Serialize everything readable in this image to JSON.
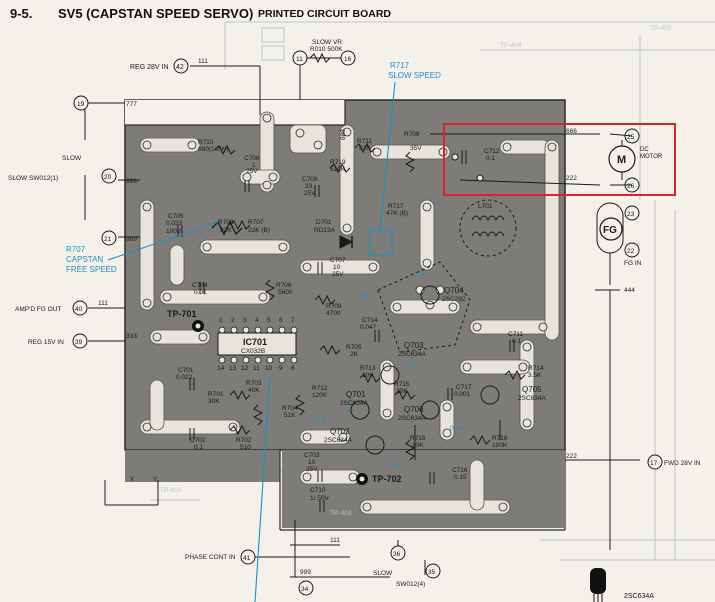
{
  "header": {
    "section": "9-5.",
    "title": "SV5 (CAPSTAN SPEED SERVO)",
    "subtitle": "PRINTED CIRCUIT BOARD"
  },
  "labels": {
    "reg28": "REG 28V IN",
    "n42": "42",
    "w111a": "111",
    "n11": "11",
    "n16": "16",
    "slowvr1": "SLOW VR",
    "slowvr2": "R010 500K",
    "r717a": "R717",
    "r717b": "SLOW SPEED",
    "n19": "19",
    "w777": "777",
    "slow": "SLOW",
    "slowsw1": "SLOW SW012(1)",
    "n20": "20",
    "w888a": "888",
    "n21": "21",
    "w999a": "999",
    "r707a": "R707",
    "r707b": "CAPSTAN",
    "r707c": "FREE SPEED",
    "ampfg": "AMP'D FG OUT",
    "n40": "40",
    "w111b": "111",
    "reg15": "REG 15V IN",
    "n39": "39",
    "w333": "333",
    "phase": "PHASE CONT IN",
    "n41": "41",
    "n34": "34",
    "w999b": "999",
    "w111c": "111",
    "n36": "36",
    "n35": "35",
    "slow2": "SLOW",
    "slowsw2": "SW012(4)",
    "w666": "666",
    "n25": "25",
    "w222a": "222",
    "n26": "26",
    "motor1": "DC",
    "motor2": "MOTOR",
    "motorM": "M",
    "c712a": "C712",
    "c712b": "0.1",
    "fg": "FG",
    "n23": "23",
    "n22": "22",
    "fgin": "FG IN",
    "w444": "444",
    "w222b": "222",
    "n17": "17",
    "fwd28": "FWD 28V IN",
    "q634": "2SC634A",
    "r710a": "R710",
    "r710b": "680(1/2W)",
    "c706a": "C706",
    "c706b": "1",
    "c706c": "25V",
    "r711a": "R711",
    "r711b": "51K",
    "r709top": "R709",
    "v35": "35V",
    "r719a": "R719",
    "r719b": "510K",
    "c708a": "C708",
    "c708b": "33",
    "c708c": "25V",
    "w888b": "888",
    "r717c": "R717",
    "r717d": "47K (B)",
    "c705a": "C705",
    "c705b": "0.033",
    "c705c": "100V",
    "r708a": "R708",
    "r708b": "82K",
    "r707d": "R707",
    "r707e": "22K (B)",
    "d701a": "D701",
    "d701b": "RD13A",
    "l701": "L701",
    "c707a": "C707",
    "c707b": "10",
    "c707c": "25V",
    "v68": "6.8",
    "c704a": "C704",
    "c704b": "0.01",
    "r706a": "R706",
    "r706b": "5600",
    "r709a": "R709",
    "r709b": "4700",
    "v15": "15",
    "q704a": "Q704",
    "q704b": "2SC292",
    "tp701": "TP-701",
    "p1": "1",
    "p2": "2",
    "p3": "3",
    "p4": "4",
    "p5": "5",
    "p6": "6",
    "p7": "7",
    "c714a": "C714",
    "c714b": "0.047",
    "c711a": "C711",
    "c711b": "0.1",
    "ic701a": "IC701",
    "ic701b": "CX032B",
    "p14": "14",
    "p13": "13",
    "p12": "12",
    "p11": "11",
    "p10": "10",
    "p9": "9",
    "p8": "8",
    "r705a": "R705",
    "r705b": "2K",
    "q703a": "Q703",
    "q703b": "2SC634A",
    "c701a": "C701",
    "c701b": "0.022",
    "r713a": "R713",
    "r713b": "10K",
    "v74": "7.4",
    "v8": "8",
    "r714a": "R714",
    "r714b": "3.5K",
    "r703a": "R703",
    "r703b": "40K",
    "r712a": "R712",
    "r712b": "1200",
    "r715a": "R715",
    "r715b": "20K",
    "c717a": "C717",
    "c717b": "0.001",
    "q705a": "Q705",
    "q705b": "2SC634A",
    "r701a": "R701",
    "r701b": "30K",
    "q701a": "Q701",
    "q701b": "2SC634A",
    "r704a": "R704",
    "r704b": "51K",
    "q706a": "Q706",
    "q706b": "2SC634A",
    "v8b": "8",
    "v063": "0.63",
    "c702a": "C702",
    "c702b": "0.1",
    "r702a": "R702",
    "r702b": "510",
    "v58": "5.8",
    "q702a": "Q702",
    "q702b": "2SC634A",
    "r718a": "R718",
    "r718b": "10K",
    "r716a": "R716",
    "r716b": "100K",
    "c703a": "C703",
    "c703b": "10",
    "c703c": "25V",
    "v48": "4.8",
    "tp702": "TP-702",
    "c716a": "C716",
    "c716b": "0.15",
    "c710a": "C710",
    "c710b": "1/ 50V",
    "x": "X",
    "y": "Y",
    "bg_tp404": "TP-404",
    "bg_tp402": "TP-402",
    "bg_tp403": "TP-403",
    "bg_tp410": "TP-410"
  },
  "colors": {
    "paper": "#f4f1ea",
    "board": "#7d7c78",
    "trace": "#e7e4dc",
    "ink": "#1a1a1a",
    "annotation_blue": "#1f8fc4",
    "highlight_red": "#e0202a",
    "faint": "#b8c6cc"
  }
}
